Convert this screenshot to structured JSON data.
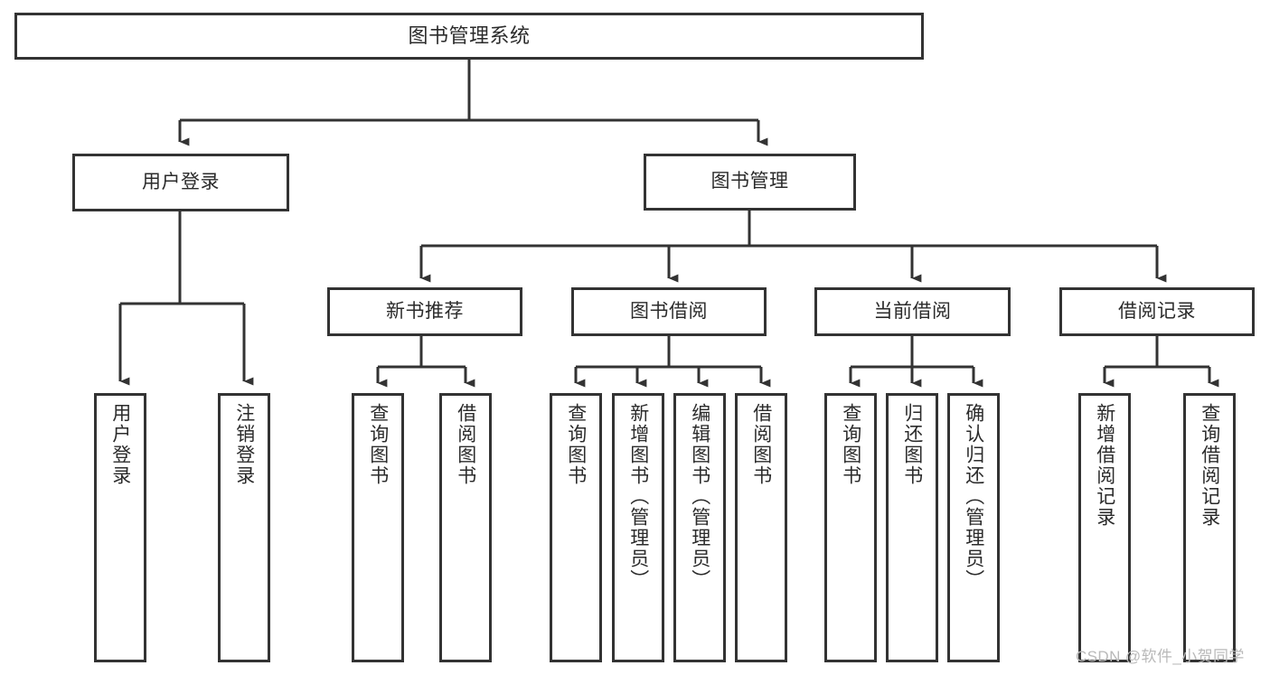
{
  "diagram": {
    "title": "图书管理系统",
    "type": "hierarchy-tree",
    "orientation": "top-down",
    "colors": {
      "node_border": "#333333",
      "node_fill": "#ffffff",
      "edge": "#333333",
      "text": "#2b2b2b",
      "watermark": "#b9b9b9",
      "background": "#ffffff"
    },
    "nodes": {
      "root": {
        "label": "图书管理系统"
      },
      "level1": [
        {
          "id": "user-login",
          "label": "用户登录"
        },
        {
          "id": "book-manage",
          "label": "图书管理"
        }
      ],
      "level2": [
        {
          "id": "new-book-recommend",
          "label": "新书推荐"
        },
        {
          "id": "book-borrow",
          "label": "图书借阅"
        },
        {
          "id": "current-borrow",
          "label": "当前借阅"
        },
        {
          "id": "borrow-record",
          "label": "借阅记录"
        }
      ],
      "leaves": {
        "user-login": [
          {
            "id": "leaf-user-login",
            "label": "用户登录"
          },
          {
            "id": "leaf-logout-login",
            "label": "注销登录"
          }
        ],
        "new-book-recommend": [
          {
            "id": "leaf-query-book-1",
            "label": "查询图书"
          },
          {
            "id": "leaf-borrow-book-1",
            "label": "借阅图书"
          }
        ],
        "book-borrow": [
          {
            "id": "leaf-query-book-2",
            "label": "查询图书"
          },
          {
            "id": "leaf-add-book",
            "label": "新增图书（管理员）"
          },
          {
            "id": "leaf-edit-book",
            "label": "编辑图书（管理员）"
          },
          {
            "id": "leaf-borrow-book-2",
            "label": "借阅图书"
          }
        ],
        "current-borrow": [
          {
            "id": "leaf-query-book-3",
            "label": "查询图书"
          },
          {
            "id": "leaf-return-book",
            "label": "归还图书"
          },
          {
            "id": "leaf-confirm-return",
            "label": "确认归还（管理员）"
          }
        ],
        "borrow-record": [
          {
            "id": "leaf-add-record",
            "label": "新增借阅记录"
          },
          {
            "id": "leaf-query-record",
            "label": "查询借阅记录"
          }
        ]
      }
    },
    "watermark": "CSDN @软件_小贺同学"
  }
}
